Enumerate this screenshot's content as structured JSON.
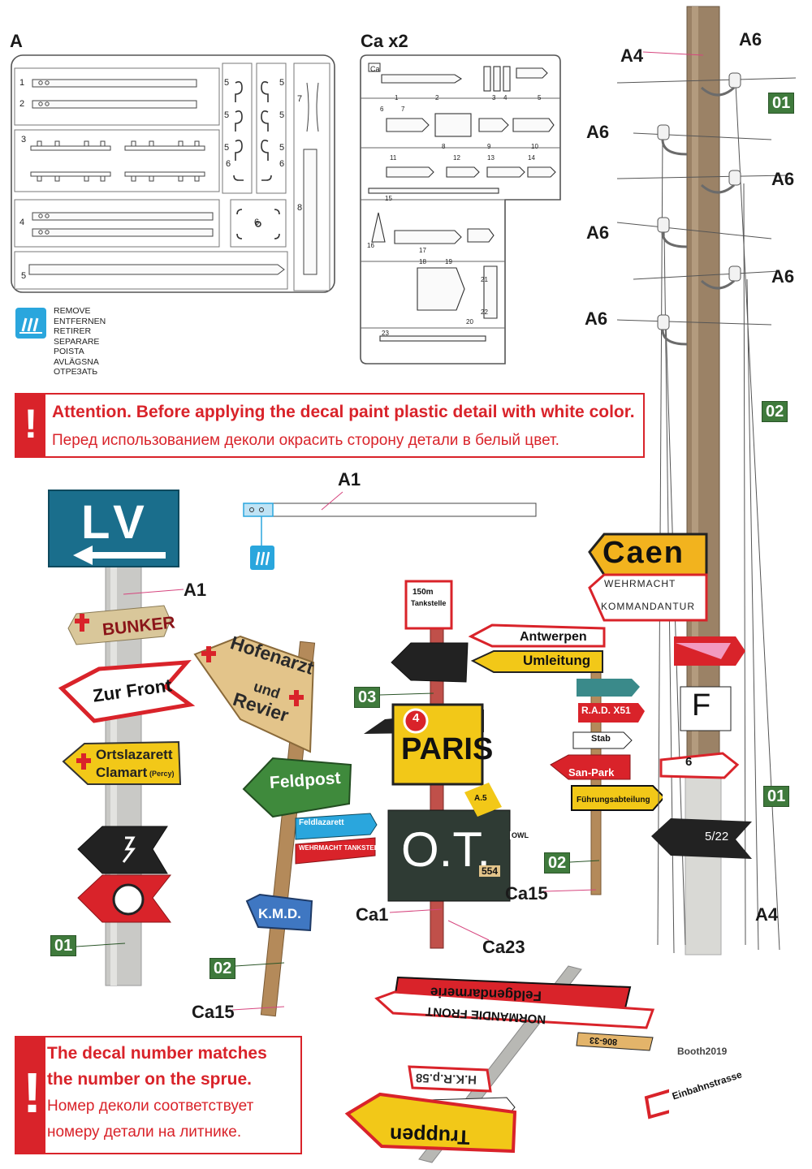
{
  "sprue_a": {
    "title": "A",
    "part_numbers": [
      "1",
      "2",
      "3",
      "4",
      "5",
      "5",
      "5",
      "5",
      "5",
      "5",
      "5",
      "6",
      "6",
      "6",
      "7",
      "8"
    ]
  },
  "sprue_ca": {
    "title": "Ca x2",
    "corner_label": "Ca",
    "part_numbers": [
      "1",
      "2",
      "3",
      "4",
      "5",
      "6",
      "7",
      "8",
      "9",
      "10",
      "11",
      "12",
      "13",
      "14",
      "15",
      "16",
      "17",
      "18",
      "19",
      "20",
      "21",
      "22",
      "23"
    ]
  },
  "remove_notice": {
    "lines": [
      "REMOVE",
      "ENTFERNEN",
      "RETIRER",
      "SEPARARE",
      "POISTA",
      "AVLÄGSNA",
      "ОТРЕЗАТЬ"
    ],
    "icon": "cut-icon"
  },
  "attention": {
    "en": "Attention. Before applying the decal paint plastic detail with white color.",
    "ru": "Перед использованием деколи окрасить сторону детали в  белый цвет."
  },
  "decal_note": {
    "en_line1": "The decal number matches",
    "en_line2": "the number on the sprue.",
    "ru_line1": "Номер деколи соответствует",
    "ru_line2": "номеру детали на литнике."
  },
  "callouts": {
    "a1_part": "A1",
    "a1_pole": "A1",
    "a4_top": "A4",
    "a4_bottom": "A4",
    "a6": [
      "A6",
      "A6",
      "A6",
      "A6",
      "A6",
      "A6"
    ],
    "ca1": "Ca1",
    "ca23": "Ca23",
    "ca15_left": "Ca15",
    "ca15_right": "Ca15"
  },
  "color_codes": {
    "pole_01_left": "01",
    "pole_02_mid": "02",
    "pole_03": "03",
    "pole_02_right": "02",
    "tall_01_top": "01",
    "tall_02": "02",
    "tall_01_bottom": "01"
  },
  "signs": {
    "lv": "LV",
    "bunker": "BUNKER",
    "zur_front": "Zur Front",
    "ortslazarett_1": "Ortslazarett",
    "ortslazarett_2": "Clamart",
    "ortslazarett_3": "(Percy)",
    "hofenarzt_1": "Hofenarzt",
    "hofenarzt_2": "und",
    "hofenarzt_3": "Revier",
    "feldpost": "Feldpost",
    "feldlazarett": "Feldlazarett",
    "wehrmacht_tankstelle": "WEHRMACHT TANKSTELLE",
    "kmd": "K.M.D.",
    "tankstelle_1": "150m",
    "tankstelle_2": "Tankstelle",
    "paris": "PARIS",
    "paris_badge": "4",
    "ot": "O.T.",
    "ot_small": "554",
    "ot_badge": "A.5",
    "owl": "OWL",
    "antwerpen": "Antwerpen",
    "umleitung": "Umleitung",
    "rad": "R.A.D. X51",
    "stab": "Stab",
    "sanpark": "San-Park",
    "fuhrung": "Führungsabteilung",
    "caen": "Caen",
    "wehrmacht": "WEHRMACHT",
    "kommandantur": "KOMMANDANTUR",
    "f": "F",
    "six": "6",
    "num_522": "5/22",
    "feldgendarmerie": "Feldgendarmerie",
    "normandie": "NORMANDIE FRONT",
    "hkr": "H.K.R.p.58",
    "truppen": "Truppen",
    "einbahnstrasse": "Einbahnstrasse",
    "sign_806": "806-33"
  },
  "credit": "Booth2019",
  "colors": {
    "accent_red": "#d9232a",
    "code_green": "#3f7a3c",
    "callout_pink": "#d6457e",
    "remove_blue": "#2aa6dd"
  }
}
